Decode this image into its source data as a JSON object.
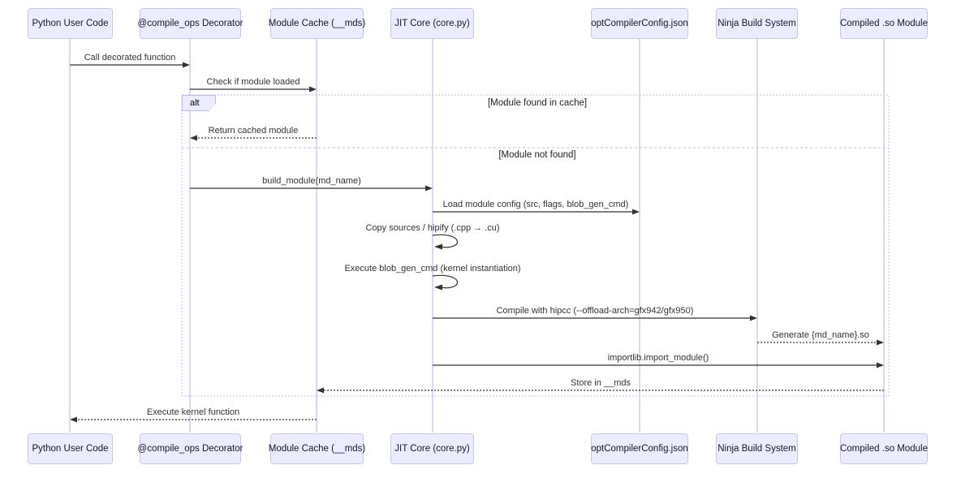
{
  "actors": [
    {
      "name": "Python User Code"
    },
    {
      "name": "@compile_ops Decorator"
    },
    {
      "name": "Module Cache (__mds)"
    },
    {
      "name": "JIT Core (core.py)"
    },
    {
      "name": "optCompilerConfig.json"
    },
    {
      "name": "Ninja Build System"
    },
    {
      "name": "Compiled .so Module"
    }
  ],
  "alt_block": {
    "label": "alt",
    "condition_found": "[Module found in cache]",
    "condition_not_found": "[Module not found]"
  },
  "messages": [
    {
      "text": "Call decorated function",
      "from": "Python User Code",
      "to": "@compile_ops Decorator",
      "line": "solid"
    },
    {
      "text": "Check if module loaded",
      "from": "@compile_ops Decorator",
      "to": "Module Cache (__mds)",
      "line": "solid"
    },
    {
      "text": "Return cached module",
      "from": "Module Cache (__mds)",
      "to": "@compile_ops Decorator",
      "line": "dashed"
    },
    {
      "text": "build_module(md_name)",
      "from": "@compile_ops Decorator",
      "to": "JIT Core (core.py)",
      "line": "solid"
    },
    {
      "text": "Load module config (src, flags, blob_gen_cmd)",
      "from": "JIT Core (core.py)",
      "to": "optCompilerConfig.json",
      "line": "solid"
    },
    {
      "text": "Copy sources / hipify (.cpp → .cu)",
      "from": "JIT Core (core.py)",
      "to": "JIT Core (core.py)",
      "line": "self"
    },
    {
      "text": "Execute blob_gen_cmd (kernel instantiation)",
      "from": "JIT Core (core.py)",
      "to": "JIT Core (core.py)",
      "line": "self"
    },
    {
      "text": "Compile with hipcc (--offload-arch=gfx942/gfx950)",
      "from": "JIT Core (core.py)",
      "to": "Ninja Build System",
      "line": "solid"
    },
    {
      "text": "Generate {md_name}.so",
      "from": "Ninja Build System",
      "to": "Compiled .so Module",
      "line": "dashed"
    },
    {
      "text": "importlib.import_module()",
      "from": "JIT Core (core.py)",
      "to": "Compiled .so Module",
      "line": "solid"
    },
    {
      "text": "Store in __mds",
      "from": "Compiled .so Module",
      "to": "Module Cache (__mds)",
      "line": "dashed"
    },
    {
      "text": "Execute kernel function",
      "from": "Module Cache (__mds)",
      "to": "Python User Code",
      "line": "dashed"
    }
  ],
  "colors": {
    "actor_fill": "#ECECFF",
    "actor_border": "#C9C4EE",
    "lifeline": "#C8C4E8",
    "frame_border": "#BFB9EA",
    "message_line": "#333333",
    "background": "#FFFFFF"
  }
}
